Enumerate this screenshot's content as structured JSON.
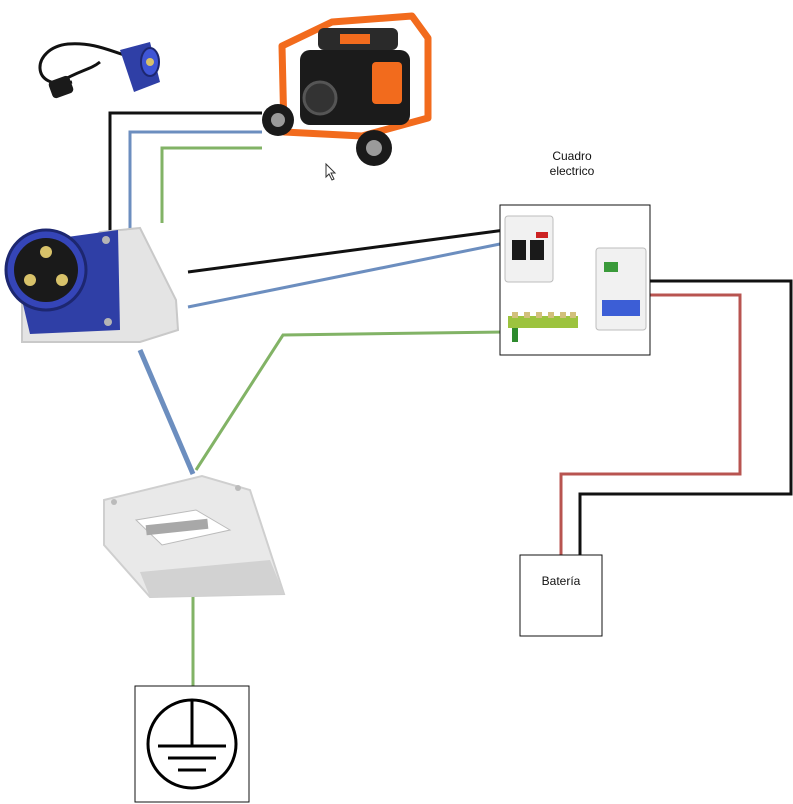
{
  "labels": {
    "cuadro_line1": "Cuadro",
    "cuadro_line2": "electrico",
    "bateria": "Batería"
  },
  "colors": {
    "black_wire": "#111111",
    "blue_wire": "#6c8ebf",
    "green_wire": "#82b366",
    "red_wire": "#b85450",
    "socket_blue": "#2f3fa6",
    "generator_orange": "#f26b1d"
  },
  "icons": [
    "extension-cable-icon",
    "generator-icon",
    "industrial-socket-icon",
    "breaker-panel-icon",
    "junction-box-icon",
    "earth-ground-icon",
    "mouse-cursor-icon"
  ]
}
